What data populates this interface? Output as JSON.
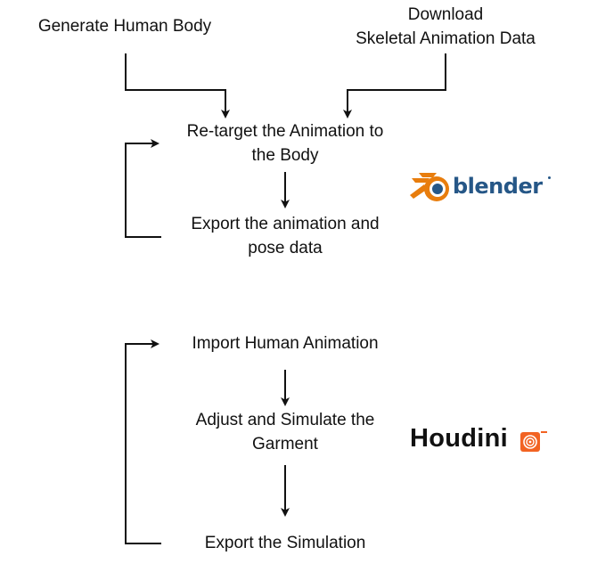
{
  "nodes": {
    "generate": "Generate Human Body",
    "download_1": "Download",
    "download_2": "Skeletal Animation Data",
    "retarget_1": "Re-target the Animation to",
    "retarget_2": "the Body",
    "export_anim_1": "Export the animation and",
    "export_anim_2": "pose data",
    "import_anim": "Import Human Animation",
    "adjust_1": "Adjust and Simulate the",
    "adjust_2": "Garment",
    "export_sim": "Export the Simulation"
  },
  "logos": {
    "blender_word": "blender",
    "houdini_word": "Houdini",
    "blender_color": "#e87d0d",
    "blender_blue": "#265787",
    "houdini_color": "#f26322",
    "text_color": "#111111"
  }
}
